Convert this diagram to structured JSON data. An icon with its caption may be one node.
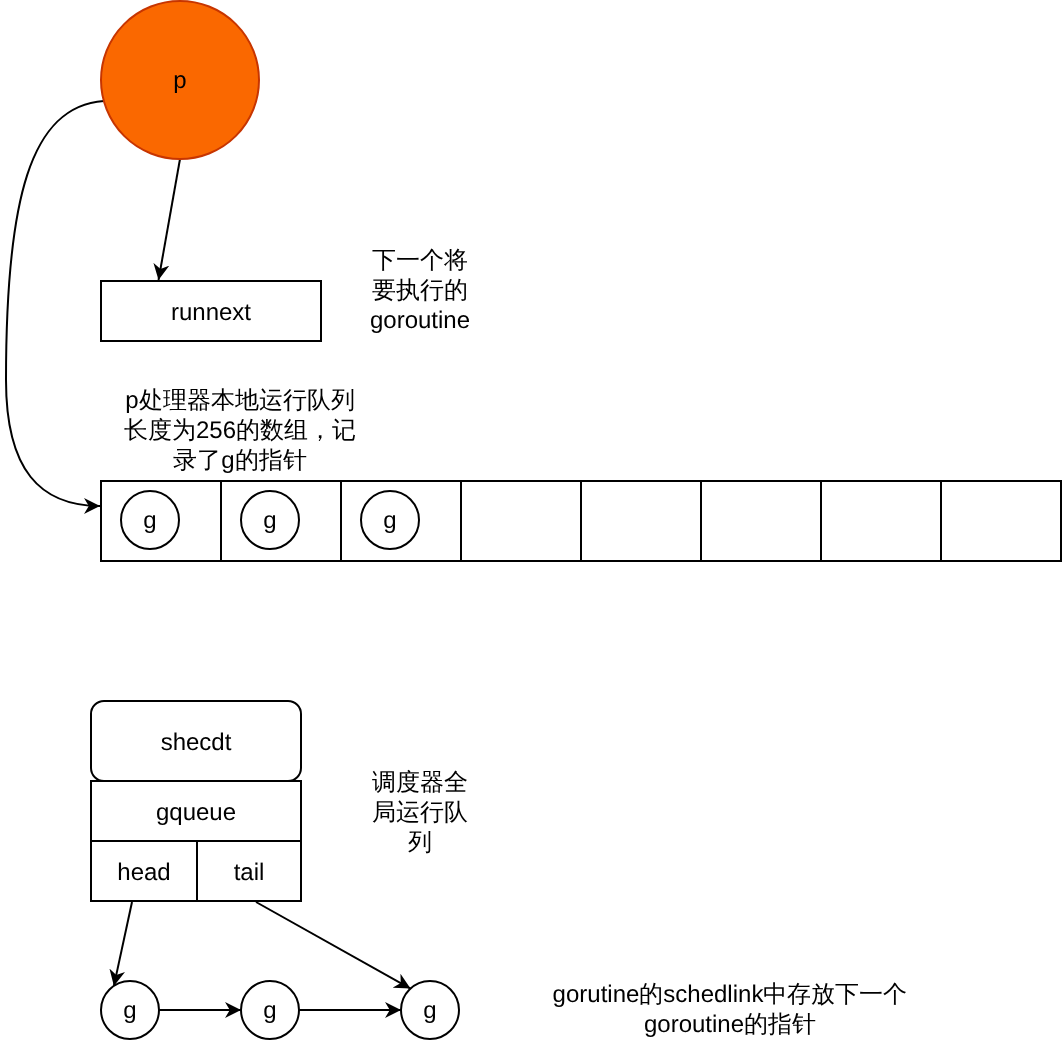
{
  "diagram": {
    "nodes": [
      {
        "text": [
          "p"
        ]
      },
      {
        "text": [
          "runnext"
        ],
        "beside": [
          "下一个将要执行的goroutine"
        ]
      },
      {
        "text": [],
        "shape": "box"
      },
      {
        "text": [
          "g"
        ],
        "in": 2
      },
      {
        "text": [],
        "shape": "box"
      },
      {
        "text": [
          "g"
        ],
        "in": 4
      },
      {
        "text": [],
        "shape": "box"
      },
      {
        "text": [
          "g"
        ],
        "in": 6
      },
      {
        "text": [],
        "shape": "box"
      },
      {
        "text": [],
        "shape": "box"
      },
      {
        "text": [],
        "shape": "box"
      },
      {
        "text": [],
        "shape": "box"
      },
      {
        "text": [],
        "shape": "box"
      },
      {
        "text": [
          "shecdt"
        ]
      },
      {
        "text": [
          "gqueue"
        ],
        "beside": [
          "调度器全局运行队列"
        ]
      },
      {
        "text": [
          "head"
        ]
      },
      {
        "text": [
          "tail"
        ]
      },
      {
        "text": [
          "g"
        ]
      },
      {
        "text": [
          "g"
        ]
      },
      {
        "text": [
          "g"
        ]
      }
    ],
    "edges": [
      {
        "from": 0,
        "to": 1,
        "arrow": "to"
      },
      {
        "from": 0,
        "to": 2,
        "arrow": "to"
      },
      {
        "from": 15,
        "to": 17,
        "arrow": "to"
      },
      {
        "from": 16,
        "to": 19,
        "arrow": "to"
      },
      {
        "from": 17,
        "to": 18,
        "arrow": "to"
      },
      {
        "from": 18,
        "to": 19,
        "arrow": "to"
      }
    ],
    "labels": [
      "p处理器本地运行队列长度为256的数组，记录了g的指针",
      "gorutine的schedlink中存放下一个goroutine的指针"
    ]
  }
}
